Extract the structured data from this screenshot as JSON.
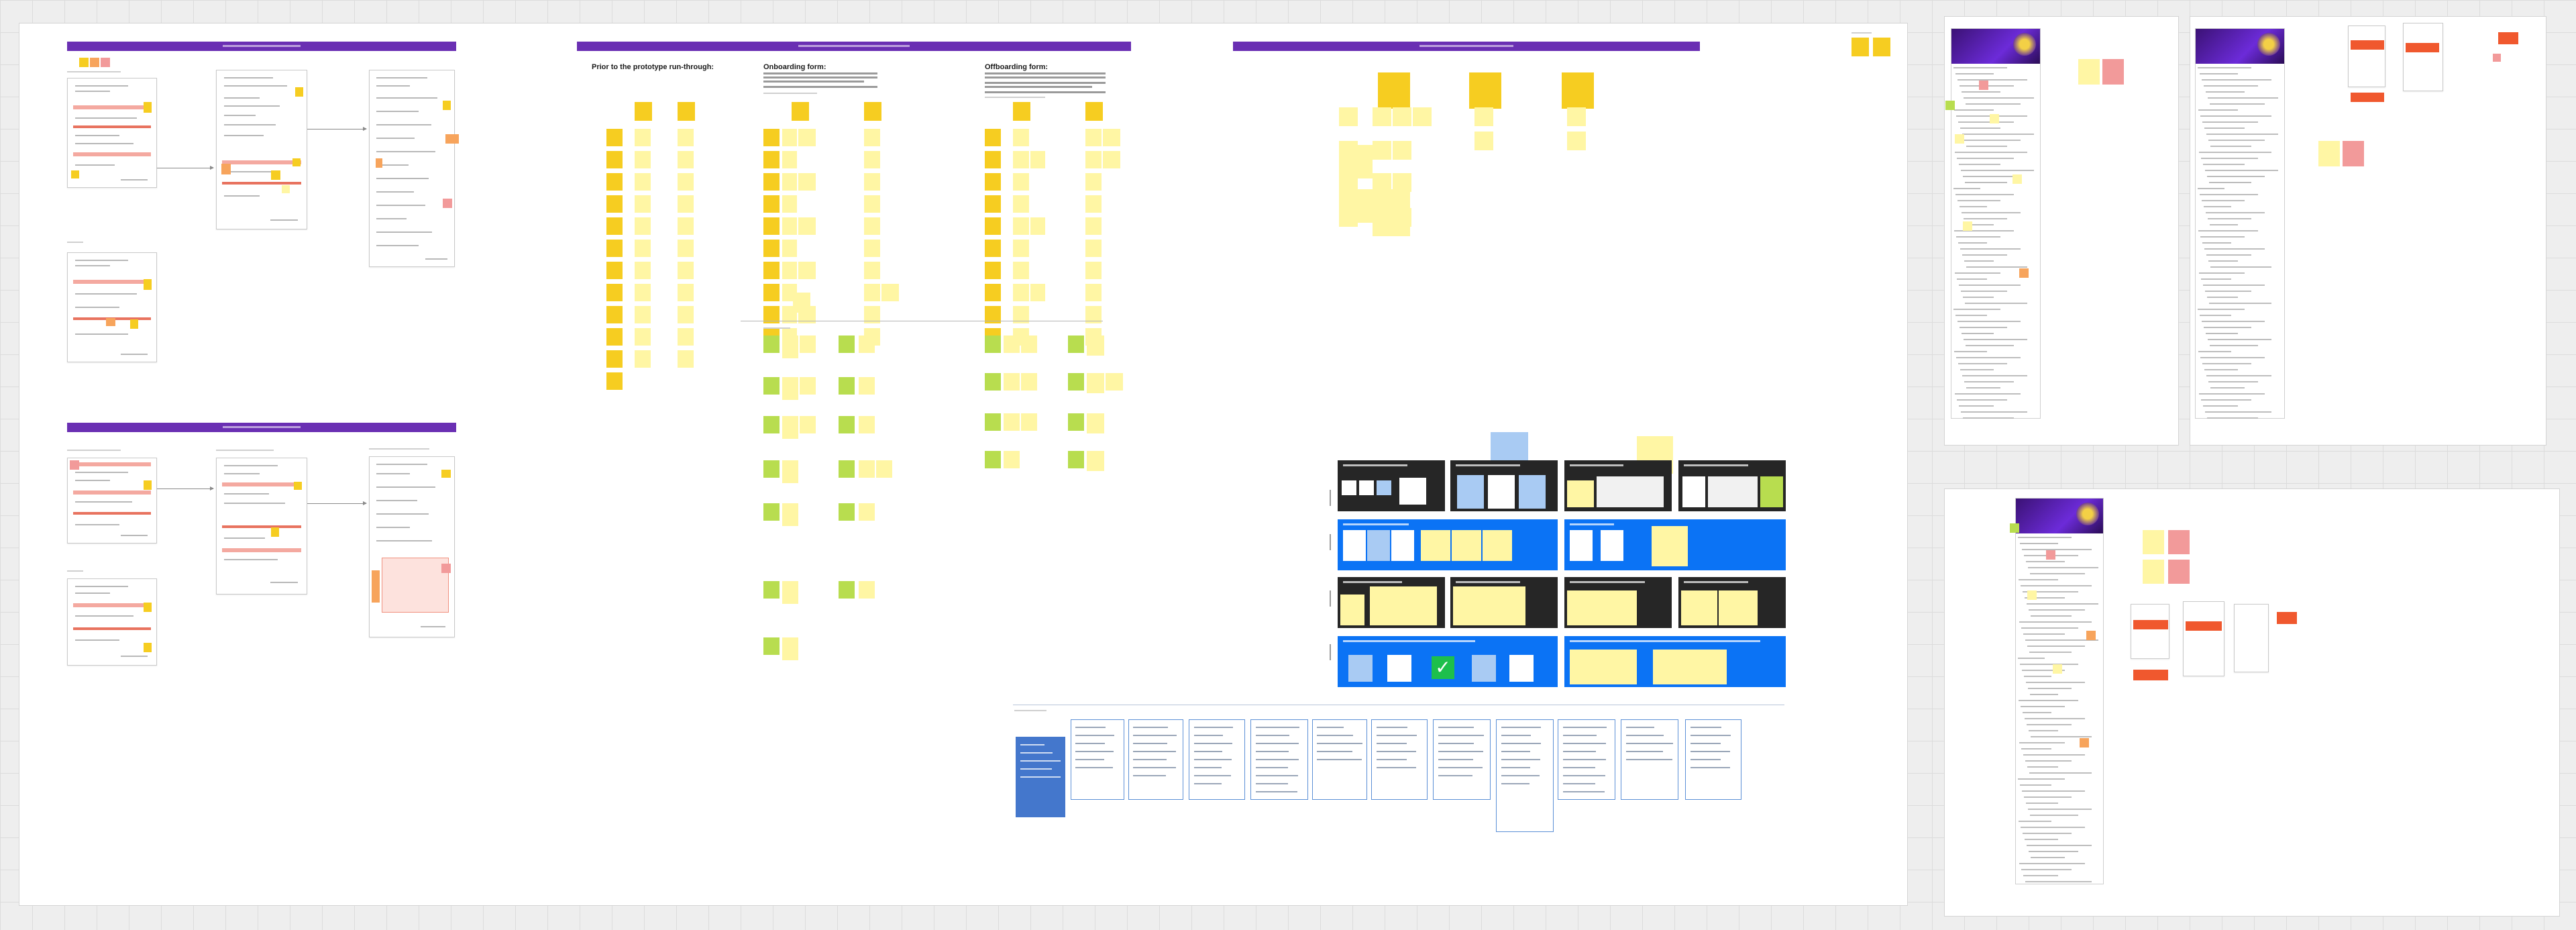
{
  "board": {
    "background": "#eeeeee",
    "banner_color": "#6a2fb3",
    "sticky_yellow": "#f6cd21",
    "sticky_pale": "#fff6a4",
    "sticky_green": "#b8dd4f",
    "sticky_pink": "#f29a9a",
    "accent_blue": "#0b73f5"
  },
  "sections": {
    "prototype_heading": "Prior to the prototype run-through:",
    "onboarding_heading": "Onboarding form:",
    "offboarding_heading": "Offboarding form:"
  },
  "icons": {
    "check": "✓"
  }
}
